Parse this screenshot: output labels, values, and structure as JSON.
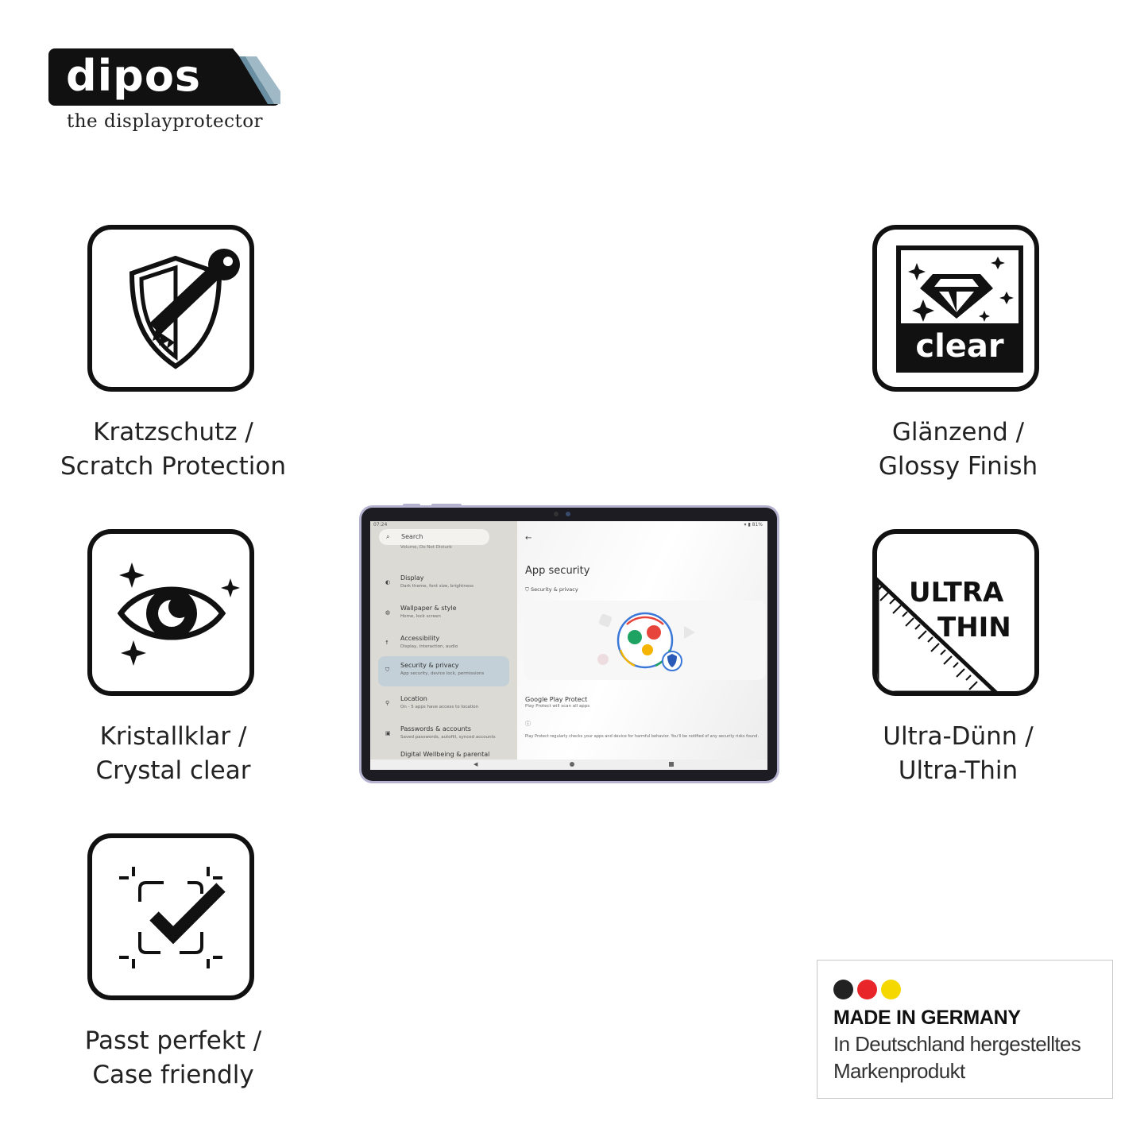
{
  "brand": {
    "name": "dipos",
    "tagline": "the displayprotector"
  },
  "features": [
    {
      "icon": "shield-key-icon",
      "line1": "Kratzschutz /",
      "line2": "Scratch Protection"
    },
    {
      "icon": "diamond-clear-icon",
      "badge": "clear",
      "line1": "Glänzend /",
      "line2": "Glossy Finish"
    },
    {
      "icon": "eye-sparkle-icon",
      "line1": "Kristallklar /",
      "line2": "Crystal clear"
    },
    {
      "icon": "ultra-thin-ruler-icon",
      "badge_line1": "ULTRA",
      "badge_line2": "THIN",
      "line1": "Ultra-Dünn /",
      "line2": "Ultra-Thin"
    },
    {
      "icon": "frame-check-icon",
      "line1": "Passt perfekt /",
      "line2": "Case friendly"
    }
  ],
  "tablet": {
    "status_time": "07:24",
    "status_right": "▾ ▮ 81%",
    "search_label": "Search",
    "scroll_cut": "Volume, Do Not Disturb",
    "items": [
      {
        "title": "Display",
        "subtitle": "Dark theme, font size, brightness",
        "icon": "display-icon"
      },
      {
        "title": "Wallpaper & style",
        "subtitle": "Home, lock screen",
        "icon": "palette-icon"
      },
      {
        "title": "Accessibility",
        "subtitle": "Display, interaction, audio",
        "icon": "accessibility-icon"
      },
      {
        "title": "Security & privacy",
        "subtitle": "App security, device lock, permissions",
        "icon": "shield-icon",
        "selected": true
      },
      {
        "title": "Location",
        "subtitle": "On - 5 apps have access to location",
        "icon": "location-icon"
      },
      {
        "title": "Passwords & accounts",
        "subtitle": "Saved passwords, autofill, synced accounts",
        "icon": "key-icon"
      },
      {
        "title": "Digital Wellbeing & parental",
        "subtitle": "",
        "icon": "wellbeing-icon"
      }
    ],
    "main": {
      "title": "App security",
      "breadcrumb": "Security & privacy",
      "gpp_title": "Google Play Protect",
      "gpp_subtitle": "Play Protect will scan all apps",
      "gpp_description": "Play Protect regularly checks your apps and device for harmful behavior. You'll be notified of any security risks found."
    }
  },
  "made_in_germany": {
    "title": "MADE IN GERMANY",
    "line1": "In Deutschland hergestelltes",
    "line2": "Markenprodukt",
    "colors": [
      "#222222",
      "#e8262a",
      "#f5d800"
    ]
  }
}
